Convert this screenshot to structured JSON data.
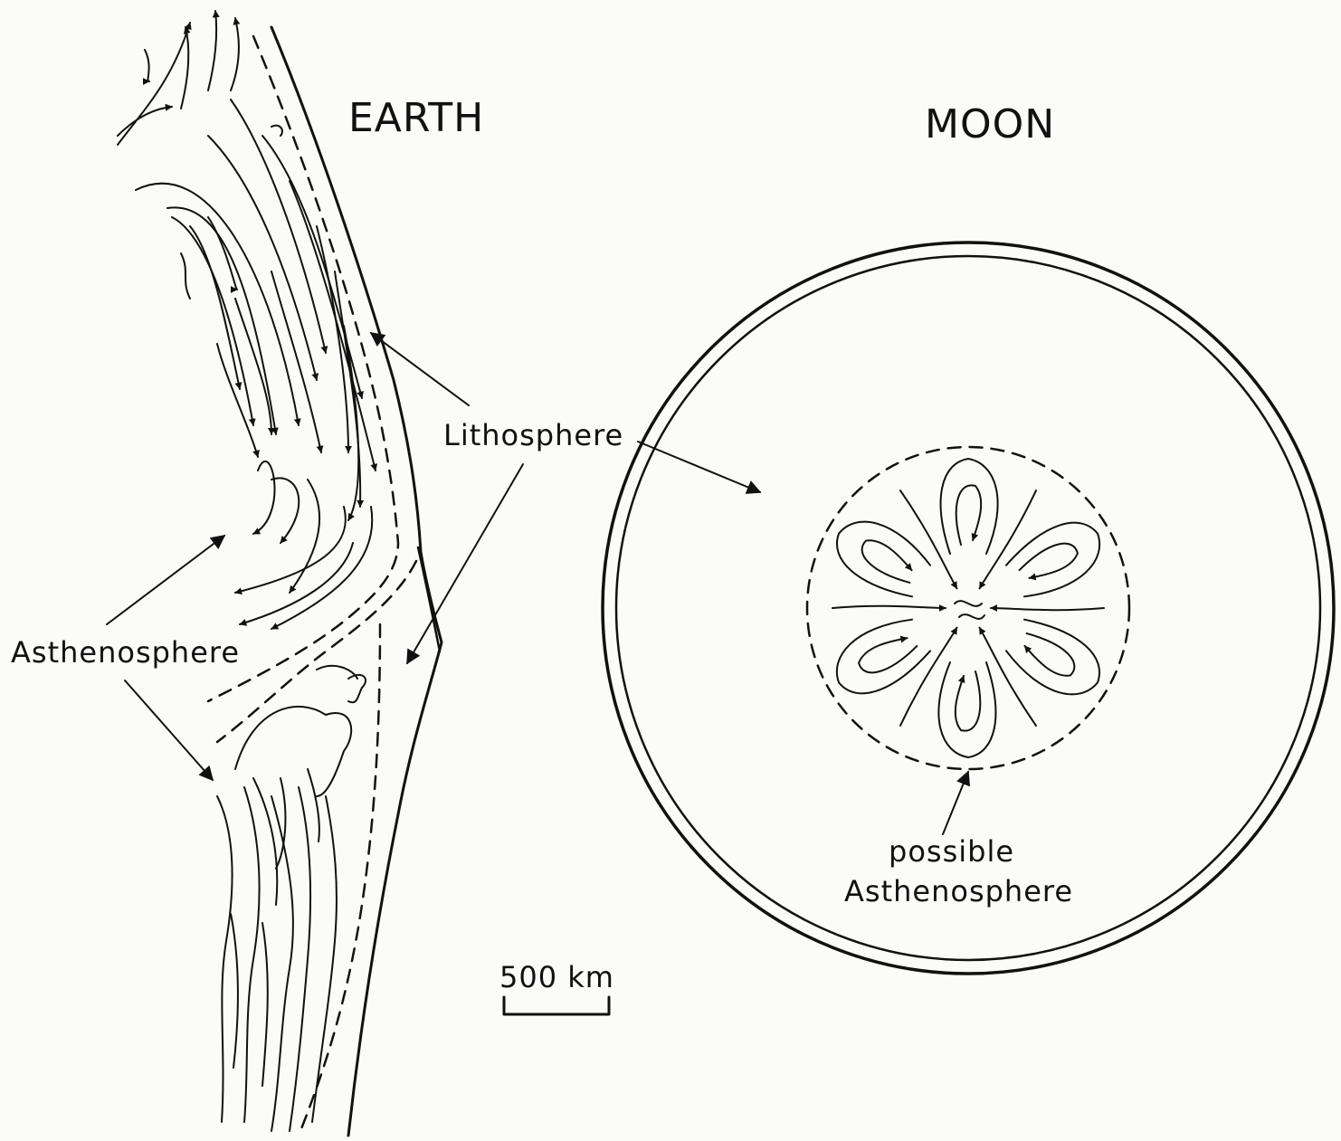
{
  "labels": {
    "earth": "EARTH",
    "moon": "MOON",
    "lithosphere": "Lithosphere",
    "asthenosphere": "Asthenosphere",
    "possible": "possible",
    "possible_asthenosphere": "Asthenosphere",
    "scale": "500 km"
  },
  "colors": {
    "ink": "#111111",
    "paper": "#fbfbf9"
  }
}
